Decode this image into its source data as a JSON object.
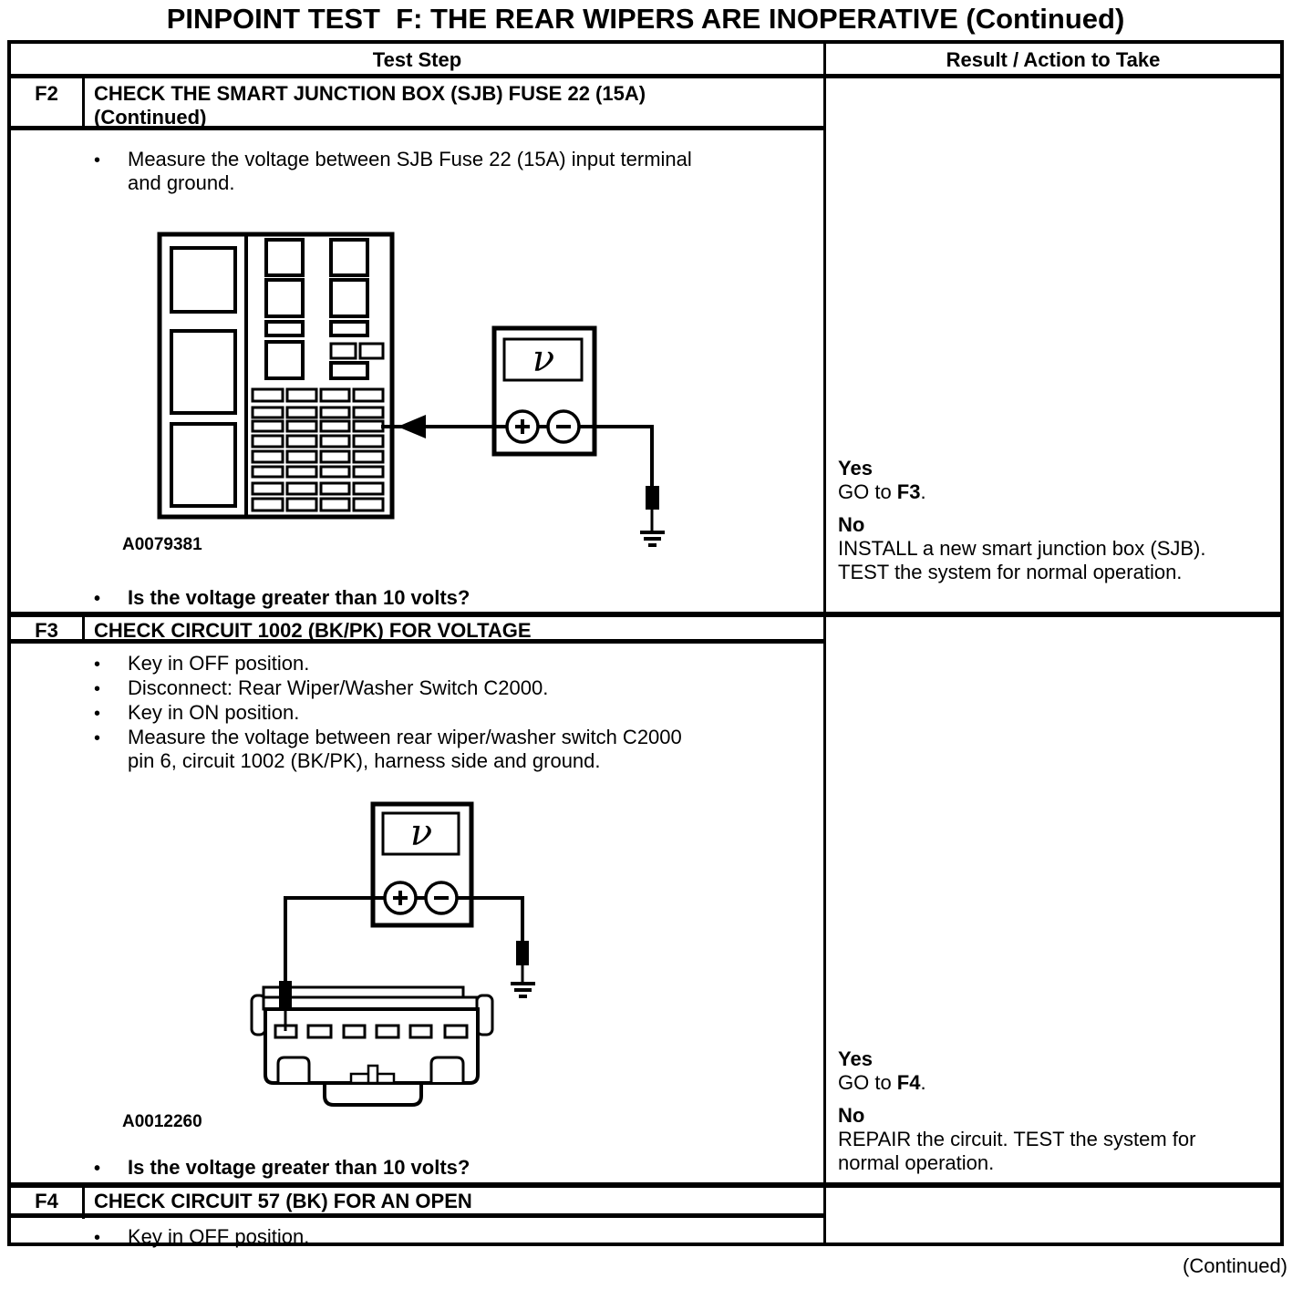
{
  "colors": {
    "ink": "#000000",
    "paper": "#ffffff"
  },
  "page_title": "PINPOINT TEST  F: THE REAR WIPERS ARE INOPERATIVE (Continued)",
  "footer_note": "(Continued)",
  "table": {
    "header": {
      "test_step": "Test Step",
      "result_action": "Result / Action to Take"
    },
    "steps": [
      {
        "id": "F2",
        "title_lines": [
          "CHECK THE SMART JUNCTION BOX (SJB) FUSE 22 (15A)",
          "(Continued)"
        ],
        "bullets": [
          [
            "Measure the voltage between SJB Fuse 22 (15A) input terminal",
            "and ground."
          ]
        ],
        "figure_label": "A0079381",
        "question": "Is the voltage greater than 10 volts?",
        "result": {
          "yes_label": "Yes",
          "yes_prefix": "GO to ",
          "yes_ref": "F3",
          "yes_suffix": ".",
          "no_label": "No",
          "no_lines": [
            "INSTALL a new smart junction box (SJB).",
            "TEST the system for normal operation."
          ]
        }
      },
      {
        "id": "F3",
        "title_lines": [
          "CHECK CIRCUIT 1002 (BK/PK) FOR VOLTAGE"
        ],
        "bullets": [
          [
            "Key in OFF position."
          ],
          [
            "Disconnect: Rear Wiper/Washer Switch C2000."
          ],
          [
            "Key in ON position."
          ],
          [
            "Measure the voltage between rear wiper/washer switch C2000",
            "pin 6, circuit 1002 (BK/PK), harness side and ground."
          ]
        ],
        "figure_label": "A0012260",
        "question": "Is the voltage greater than 10 volts?",
        "result": {
          "yes_label": "Yes",
          "yes_prefix": "GO to ",
          "yes_ref": "F4",
          "yes_suffix": ".",
          "no_label": "No",
          "no_lines": [
            "REPAIR the circuit. TEST the system for",
            "normal operation."
          ]
        }
      },
      {
        "id": "F4",
        "title_lines": [
          "CHECK CIRCUIT 57 (BK) FOR AN OPEN"
        ],
        "bullets": [
          [
            "Key in OFF position."
          ]
        ]
      }
    ]
  },
  "figures": {
    "meter_symbol": "ν"
  }
}
